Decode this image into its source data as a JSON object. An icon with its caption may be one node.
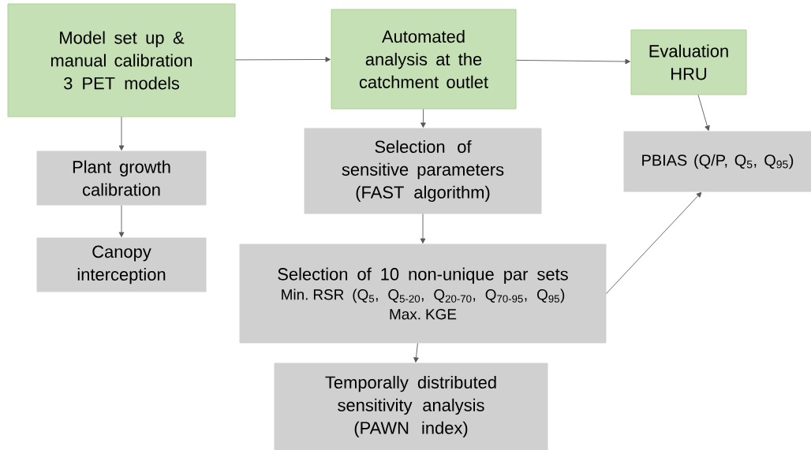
{
  "diagram": {
    "nodes": [
      {
        "text": [
          "Model set up & manual calibration 3 PET models"
        ]
      },
      {
        "text": [
          "Automated analysis at the catchment outlet"
        ]
      },
      {
        "text": [
          "Evaluation HRU"
        ]
      },
      {
        "text": [
          "Plant growth calibration"
        ]
      },
      {
        "text": [
          "Canopy interception"
        ]
      },
      {
        "text": [
          "Selection of sensitive parameters (FAST algorithm)"
        ]
      },
      {
        "text": [
          "PBIAS (Q/P, Q$_{5}$, Q$_{95}$)"
        ]
      },
      {
        "text": [
          "Selection of 10 non-unique par sets",
          "Min. RSR (Q$_{5}$, Q$_{5-20}$, Q$_{20-70}$, Q$_{70-95}$, Q$_{95}$)",
          "Max. KGE"
        ]
      },
      {
        "text": [
          "Temporally distributed sensitivity analysis (PAWN index)"
        ]
      }
    ],
    "edges": [
      {
        "from": 0,
        "to": 1,
        "arrow": "to"
      },
      {
        "from": 1,
        "to": 2,
        "arrow": "to"
      },
      {
        "from": 0,
        "to": 3,
        "arrow": "to"
      },
      {
        "from": 3,
        "to": 4,
        "arrow": "to"
      },
      {
        "from": 1,
        "to": 5,
        "arrow": "to"
      },
      {
        "from": 5,
        "to": 7,
        "arrow": "to"
      },
      {
        "from": 7,
        "to": 8,
        "arrow": "to"
      },
      {
        "from": 7,
        "to": 6,
        "arrow": "to"
      },
      {
        "from": 2,
        "to": 6,
        "arrow": "to"
      }
    ]
  }
}
